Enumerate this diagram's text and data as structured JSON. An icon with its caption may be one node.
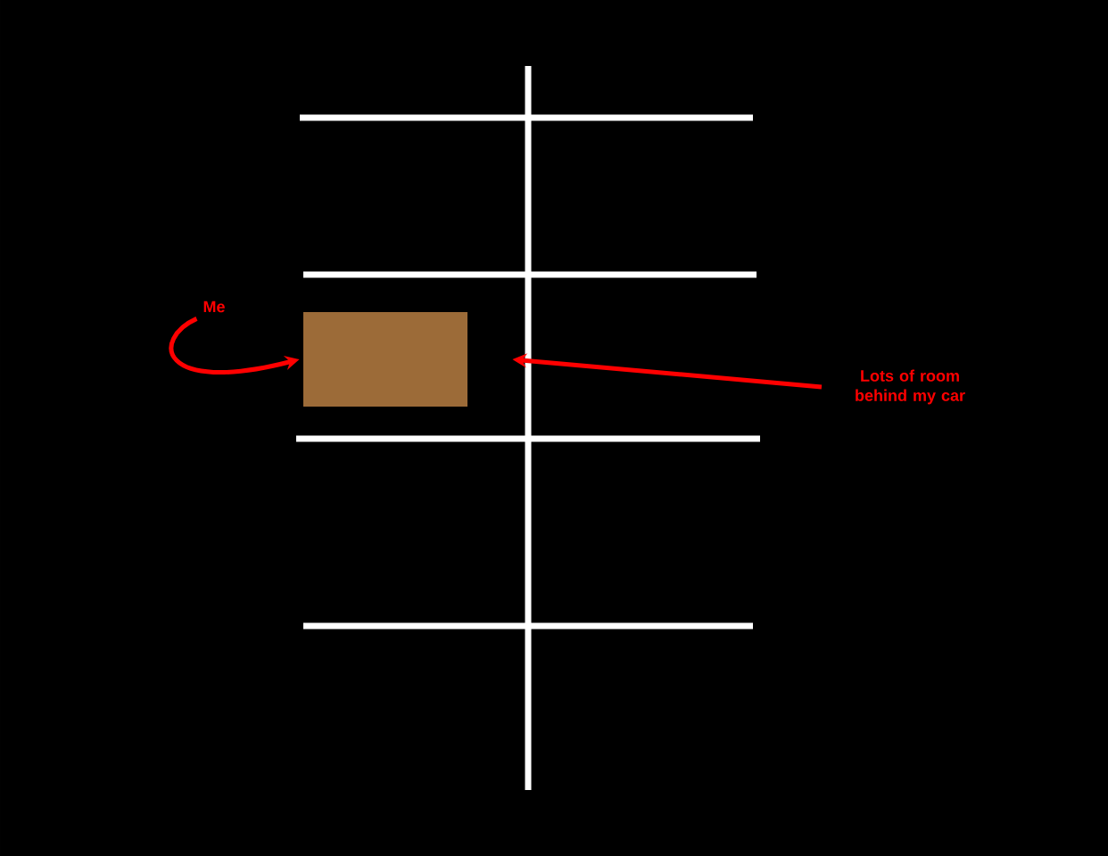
{
  "diagram": {
    "nodes": [
      {
        "text": [
          "Me"
        ]
      },
      {
        "text": [],
        "shape": "box"
      },
      {
        "text": [
          "Lots of room behind my car"
        ]
      }
    ],
    "edges": [
      {
        "from": 0,
        "to": 1,
        "arrow": "to"
      },
      {
        "from": 2,
        "to": 1,
        "arrow": "to"
      }
    ]
  }
}
